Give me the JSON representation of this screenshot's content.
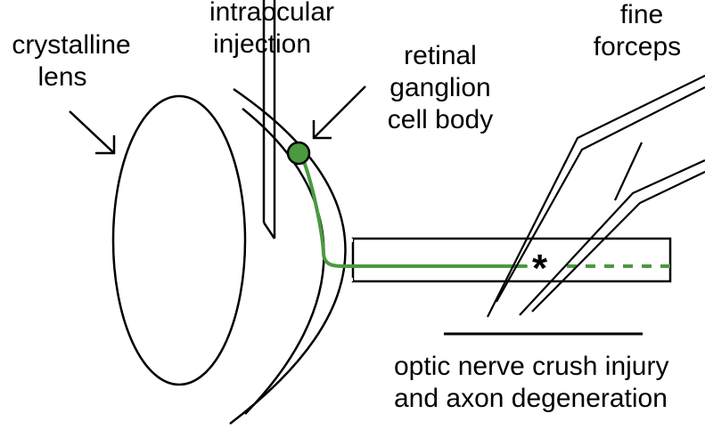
{
  "labels": {
    "lens_line1": "crystalline",
    "lens_line2": "lens",
    "injection_line1": "intraocular",
    "injection_line2": "injection",
    "rgc_line1": "retinal",
    "rgc_line2": "ganglion",
    "rgc_line3": "cell body",
    "forceps_line1": "fine",
    "forceps_line2": "forceps",
    "injury_line1": "optic nerve crush injury",
    "injury_line2": "and axon degeneration",
    "crush_marker": "*"
  },
  "colors": {
    "stroke": "#000000",
    "axon": "#4a9a3f",
    "background": "#ffffff"
  },
  "icons": {
    "injection": "needle-icon",
    "forceps": "forceps-icon"
  }
}
